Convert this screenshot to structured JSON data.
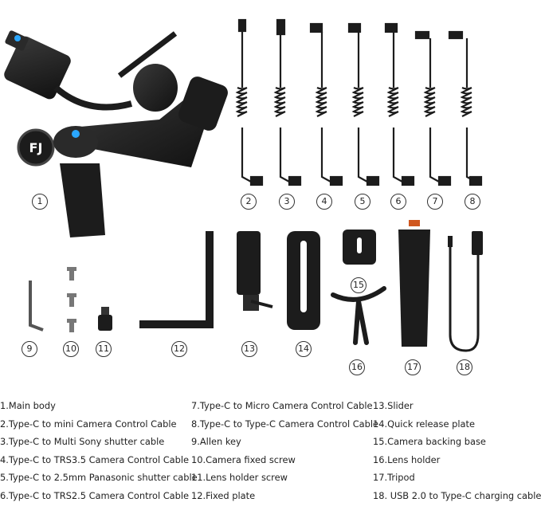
{
  "callouts": [
    "1",
    "2",
    "3",
    "4",
    "5",
    "6",
    "7",
    "8",
    "9",
    "10",
    "11",
    "12",
    "13",
    "14",
    "15",
    "16",
    "17",
    "18"
  ],
  "legend": {
    "col1": [
      "1.Main body",
      "2.Type-C to mini Camera Control Cable",
      "3.Type-C to Multi Sony shutter cable",
      "4.Type-C to TRS3.5 Camera Control Cable",
      "5.Type-C to 2.5mm Panasonic shutter cable",
      "6.Type-C to TRS2.5 Camera Control Cable"
    ],
    "col2": [
      "7.Type-C to Micro Camera Control Cable",
      "8.Type-C to Type-C Camera Control Cable",
      "9.Allen key",
      "10.Camera fixed screw",
      "11.Lens holder screw",
      "12.Fixed plate"
    ],
    "col3": [
      "13.Slider",
      "14.Quick release plate",
      "15.Camera backing base",
      "16.Lens holder",
      "17.Tripod",
      "18. USB 2.0 to Type-C charging cable"
    ]
  },
  "colors": {
    "product": "#1c1c1c",
    "accent": "#2aa7ff",
    "text": "#222222"
  }
}
